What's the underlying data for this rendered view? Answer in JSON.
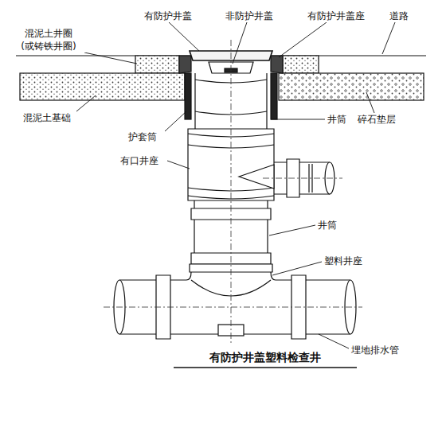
{
  "diagram": {
    "title": "有防护井盖塑料检查井",
    "labels": [
      "有防护井盖",
      "非防护井盖",
      "有防护井盖座",
      "道路",
      "混泥土井圈 (或铸铁井圈)",
      "混泥土基础",
      "护套筒",
      "井筒",
      "碎石垫层",
      "有口井座",
      "井筒",
      "塑料井座",
      "埋地排水管"
    ]
  }
}
